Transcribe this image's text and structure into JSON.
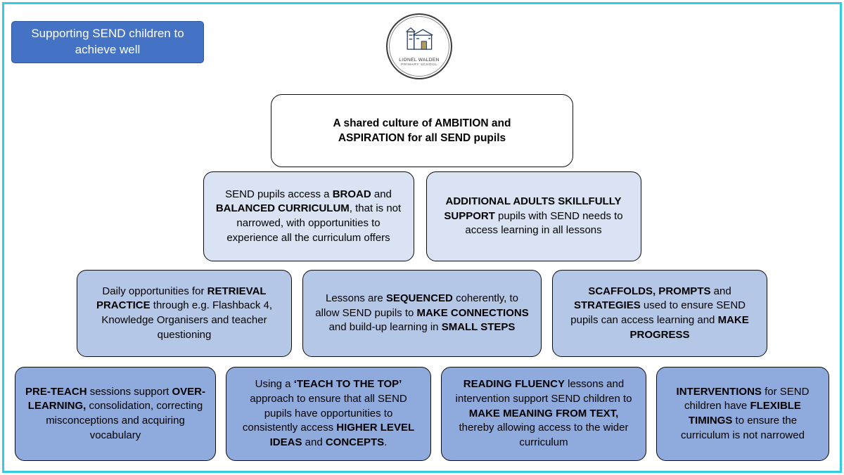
{
  "page": {
    "border_color": "#35cbe0",
    "background": "#ffffff"
  },
  "header": {
    "title": "Supporting SEND children to achieve well",
    "title_bg": "#4472c4"
  },
  "logo": {
    "line1": "LIONEL WALDEN",
    "line2": "PRIMARY SCHOOL",
    "icon": "school-building-icon"
  },
  "pyramid": {
    "rows": [
      {
        "bg": "#ffffff",
        "boxes": [
          {
            "segments": [
              {
                "t": "A shared culture of AMBITION and ASPIRATION for all SEND pupils",
                "b": true
              }
            ]
          }
        ]
      },
      {
        "bg": "#dae3f3",
        "boxes": [
          {
            "segments": [
              {
                "t": "SEND pupils access a ",
                "b": false
              },
              {
                "t": "BROAD",
                "b": true
              },
              {
                "t": " and ",
                "b": false
              },
              {
                "t": "BALANCED CURRICULUM",
                "b": true
              },
              {
                "t": ", that is not narrowed, with opportunities to experience all the curriculum offers",
                "b": false
              }
            ]
          },
          {
            "segments": [
              {
                "t": "ADDITIONAL ADULTS SKILLFULLY SUPPORT",
                "b": true
              },
              {
                "t": " pupils with SEND needs to access learning in all lessons",
                "b": false
              }
            ]
          }
        ]
      },
      {
        "bg": "#b4c7e7",
        "boxes": [
          {
            "segments": [
              {
                "t": "Daily opportunities for ",
                "b": false
              },
              {
                "t": "RETRIEVAL PRACTICE",
                "b": true
              },
              {
                "t": " through e.g. Flashback 4, Knowledge Organisers and teacher questioning",
                "b": false
              }
            ]
          },
          {
            "segments": [
              {
                "t": "Lessons are ",
                "b": false
              },
              {
                "t": "SEQUENCED",
                "b": true
              },
              {
                "t": " coherently, to allow SEND pupils to ",
                "b": false
              },
              {
                "t": "MAKE CONNECTIONS",
                "b": true
              },
              {
                "t": " and build-up learning in ",
                "b": false
              },
              {
                "t": "SMALL STEPS",
                "b": true
              }
            ]
          },
          {
            "segments": [
              {
                "t": "SCAFFOLDS, PROMPTS",
                "b": true
              },
              {
                "t": " and ",
                "b": false
              },
              {
                "t": "STRATEGIES",
                "b": true
              },
              {
                "t": " used to ensure SEND pupils can access learning and ",
                "b": false
              },
              {
                "t": "MAKE PROGRESS",
                "b": true
              }
            ]
          }
        ]
      },
      {
        "bg": "#8faadc",
        "boxes": [
          {
            "segments": [
              {
                "t": "PRE-TEACH",
                "b": true
              },
              {
                "t": " sessions support ",
                "b": false
              },
              {
                "t": "OVER-LEARNING,",
                "b": true
              },
              {
                "t": " consolidation, correcting misconceptions and acquiring vocabulary",
                "b": false
              }
            ]
          },
          {
            "segments": [
              {
                "t": "Using a ",
                "b": false
              },
              {
                "t": "‘TEACH TO THE TOP’",
                "b": true
              },
              {
                "t": " approach to ensure that all SEND pupils have opportunities to consistently access ",
                "b": false
              },
              {
                "t": "HIGHER LEVEL IDEAS",
                "b": true
              },
              {
                "t": " and ",
                "b": false
              },
              {
                "t": "CONCEPTS",
                "b": true
              },
              {
                "t": ".",
                "b": false
              }
            ]
          },
          {
            "segments": [
              {
                "t": "READING FLUENCY",
                "b": true
              },
              {
                "t": " lessons and intervention support SEND children to ",
                "b": false
              },
              {
                "t": "MAKE MEANING FROM TEXT,",
                "b": true
              },
              {
                "t": " thereby allowing access to the wider curriculum",
                "b": false
              }
            ]
          },
          {
            "segments": [
              {
                "t": "INTERVENTIONS",
                "b": true
              },
              {
                "t": " for SEND children have ",
                "b": false
              },
              {
                "t": "FLEXIBLE TIMINGS",
                "b": true
              },
              {
                "t": " to ensure the curriculum is not narrowed",
                "b": false
              }
            ]
          }
        ]
      }
    ]
  }
}
